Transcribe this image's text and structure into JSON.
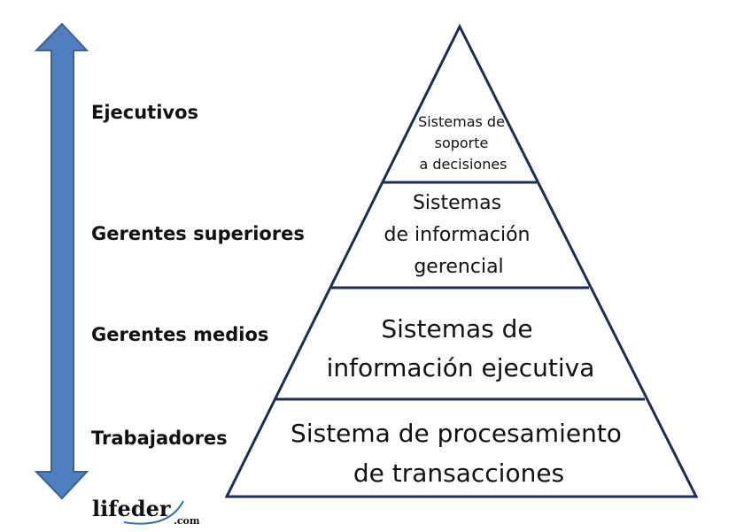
{
  "levels": {
    "ejecutivos": "Ejecutivos",
    "gerentes_superiores": "Gerentes superiores",
    "gerentes_medios": "Gerentes medios",
    "trabajadores": "Trabajadores"
  },
  "pyramid": {
    "tier1": [
      "Sistemas de",
      "soporte",
      "a decisiones"
    ],
    "tier2": [
      "Sistemas",
      "de información",
      "gerencial"
    ],
    "tier3": [
      "Sistemas de",
      "información ejecutiva"
    ],
    "tier4": [
      "Sistema de procesamiento",
      "de transacciones"
    ]
  },
  "logo": {
    "name": "lifeder",
    "suffix": ".com"
  },
  "colors": {
    "arrow": "#4f7fbf",
    "arrow_stroke": "#3a6296",
    "pyramid_stroke": "#1c2b5c"
  }
}
